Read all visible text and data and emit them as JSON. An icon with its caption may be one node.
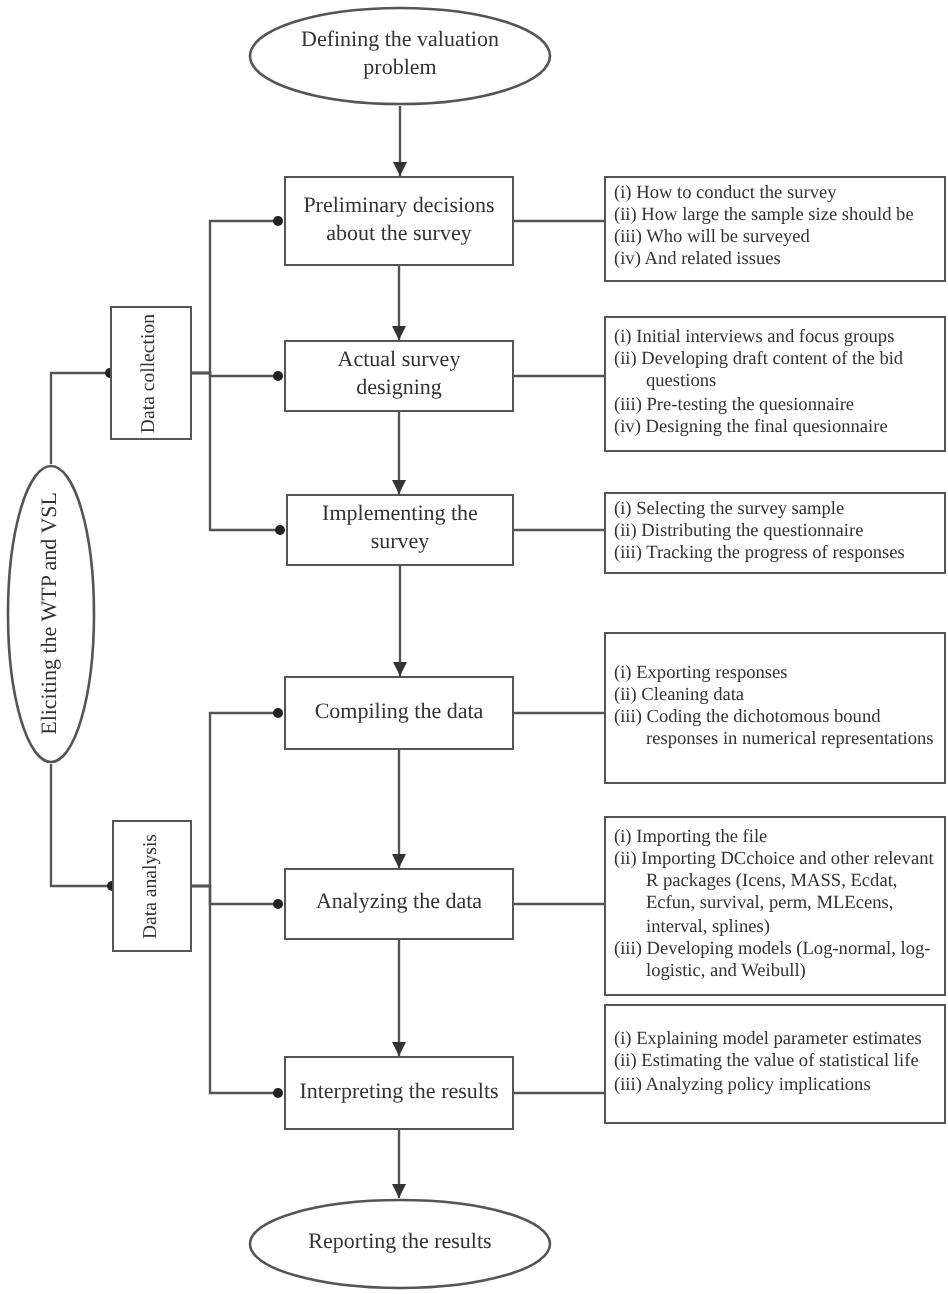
{
  "diagram": {
    "nodes": [
      {
        "text": [
          "Defining the valuation problem"
        ]
      },
      {
        "text": [
          "Preliminary decisions about the survey"
        ]
      },
      {
        "text": [
          "(i) How to conduct the survey",
          "(ii) How large the sample size should be",
          "(iii) Who will be surveyed",
          "(iv) And related issues"
        ]
      },
      {
        "text": [
          "Actual survey designing"
        ]
      },
      {
        "text": [
          "(i) Initial interviews and focus groups",
          "(ii) Developing draft content of the bid questions",
          "(iii) Pre-testing the quesionnaire",
          "(iv) Designing the final quesionnaire"
        ]
      },
      {
        "text": [
          "Implementing the survey"
        ]
      },
      {
        "text": [
          "(i) Selecting the survey sample",
          "(ii) Distributing the questionnaire",
          "(iii) Tracking the progress of responses"
        ]
      },
      {
        "text": [
          "Compiling the data"
        ]
      },
      {
        "text": [
          "(i) Exporting responses",
          "(ii) Cleaning data",
          "(iii) Coding the dichotomous bound responses in numerical representations"
        ]
      },
      {
        "text": [
          "Analyzing the data"
        ]
      },
      {
        "text": [
          "(i) Importing the file",
          "(ii) Importing DCchoice and other relevant R packages (Icens, MASS, Ecdat, Ecfun, survival, perm, MLEcens, interval, splines)",
          "(iii) Developing models (Log-normal, log-logistic, and Weibull)"
        ]
      },
      {
        "text": [
          "Interpreting the results"
        ]
      },
      {
        "text": [
          "(i) Explaining model parameter estimates",
          "(ii) Estimating the value of statistical life",
          "(iii) Analyzing policy implications"
        ]
      },
      {
        "text": [
          "Reporting the results"
        ]
      },
      {
        "text": [
          "Eliciting the WTP and VSL"
        ]
      },
      {
        "text": [
          "Data collection"
        ]
      },
      {
        "text": [
          "Data analysis"
        ]
      }
    ],
    "edges": [
      {
        "from": 0,
        "to": 1,
        "arrow": "to"
      },
      {
        "from": 1,
        "to": 3,
        "arrow": "to"
      },
      {
        "from": 3,
        "to": 5,
        "arrow": "to"
      },
      {
        "from": 5,
        "to": 7,
        "arrow": "to"
      },
      {
        "from": 7,
        "to": 9,
        "arrow": "to"
      },
      {
        "from": 9,
        "to": 11,
        "arrow": "to"
      },
      {
        "from": 11,
        "to": 13,
        "arrow": "to"
      },
      {
        "from": 1,
        "to": 2,
        "arrow": "none"
      },
      {
        "from": 3,
        "to": 4,
        "arrow": "none"
      },
      {
        "from": 5,
        "to": 6,
        "arrow": "none"
      },
      {
        "from": 7,
        "to": 8,
        "arrow": "none"
      },
      {
        "from": 9,
        "to": 10,
        "arrow": "none"
      },
      {
        "from": 11,
        "to": 12,
        "arrow": "none"
      },
      {
        "from": 14,
        "to": 15,
        "arrow": "other"
      },
      {
        "from": 14,
        "to": 16,
        "arrow": "other"
      },
      {
        "from": 15,
        "to": 1,
        "arrow": "other"
      },
      {
        "from": 15,
        "to": 3,
        "arrow": "other"
      },
      {
        "from": 15,
        "to": 5,
        "arrow": "other"
      },
      {
        "from": 16,
        "to": 7,
        "arrow": "other"
      },
      {
        "from": 16,
        "to": 9,
        "arrow": "other"
      },
      {
        "from": 16,
        "to": 11,
        "arrow": "other"
      }
    ]
  }
}
